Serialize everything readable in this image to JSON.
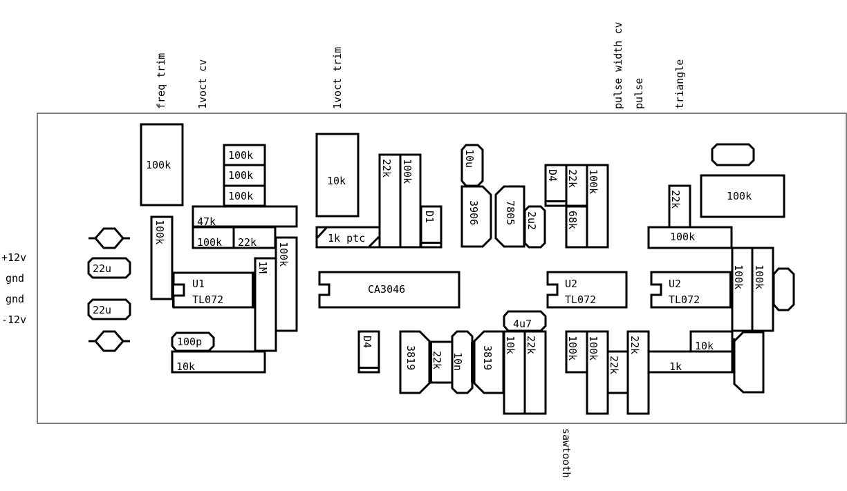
{
  "title": "VCO stripboard/PCB component layout",
  "colors": {
    "ink": "#000000",
    "board_outline": "#555555",
    "background": "#ffffff"
  },
  "top_labels": {
    "freq_trim": "freq trim",
    "one_voct_cv": "1voct cv",
    "one_voct_trim": "1voct trim",
    "pulse_width_cv": "pulse width cv",
    "pulse": "pulse",
    "triangle": "triangle"
  },
  "bottom_labels": {
    "sawtooth": "sawtooth"
  },
  "power_labels": {
    "plus12": "+12v",
    "gnd1": "gnd",
    "gnd2": "gnd",
    "minus12": "-12v"
  },
  "components": {
    "c_22u_top": "22u",
    "c_22u_bottom": "22u",
    "r_freq_trim_pot": "100k",
    "r_100k_left_vertical": "100k",
    "r_100k_stack_1": "100k",
    "r_100k_stack_2": "100k",
    "r_100k_stack_3": "100k",
    "r_47k": "47k",
    "r_100k_row": "100k",
    "r_22k_row": "22k",
    "r_100k_right_vert": "100k",
    "r_1M": "1M",
    "u1_ref": "U1",
    "u1_type": "TL072",
    "c_100p": "100p",
    "r_10k_bottom_left": "10k",
    "pot_10k": "10k",
    "r_1k_ptc": "1k ptc",
    "r_22k_mid": "22k",
    "r_100k_mid": "100k",
    "d1": "D1",
    "ic_ca3046": "CA3046",
    "d4_lower": "D4",
    "c_10u": "10u",
    "q_3906": "3906",
    "reg_7805": "7805",
    "c_2u2": "2u2",
    "d4_upper": "D4",
    "r_22k_upper": "22k",
    "r_68k": "68k",
    "r_100k_upper_right": "100k",
    "q_3819_left": "3819",
    "r_22k_between_jfets": "22k",
    "c_10n": "10n",
    "q_3819_right": "3819",
    "c_4u7": "4u7",
    "r_10k_sawtooth": "10k",
    "r_22k_sawtooth": "22k",
    "u2a_ref": "U2",
    "u2a_type": "TL072",
    "u2b_ref": "U2",
    "u2b_type": "TL072",
    "r_100k_lower_1": "100k",
    "r_100k_lower_2": "100k",
    "r_22k_lower_1": "22k",
    "r_22k_lower_2": "22k",
    "r_10k_right": "10k",
    "r_1k_right": "1k",
    "r_22k_right_small": "22k",
    "r_100k_right_horiz": "100k",
    "pot_100k_right": "100k",
    "r_100k_far_right_1": "100k",
    "r_100k_far_right_2": "100k"
  }
}
